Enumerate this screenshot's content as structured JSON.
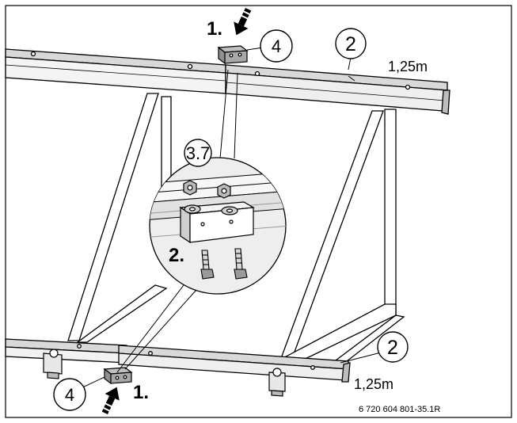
{
  "steps": {
    "step1": "1.",
    "step2": "2."
  },
  "callouts": {
    "part4": "4",
    "part2": "2",
    "detail": "3.7"
  },
  "dimensions": {
    "rail_length": "1,25m"
  },
  "figure_code": "6 720 604 801-35.1R",
  "colors": {
    "stroke": "#000000",
    "rail_fill": "#f2f2f2",
    "shadow": "#cfcfcf",
    "clamp": "#9a9a9a",
    "detail_bg": "#eeeeee"
  },
  "icons": [
    "arrow-down-icon",
    "arrow-up-icon",
    "clamp-plate-icon",
    "hex-nut-icon",
    "bolt-icon"
  ]
}
